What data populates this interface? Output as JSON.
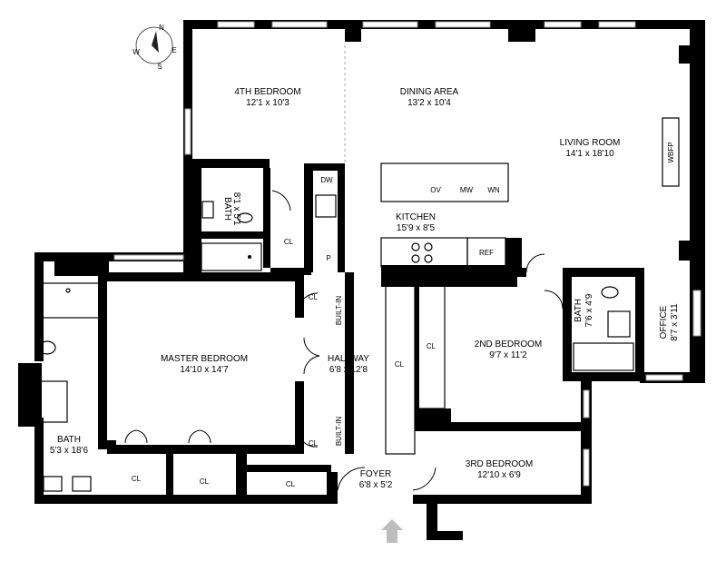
{
  "compass": {
    "n": "N",
    "e": "E",
    "s": "S",
    "w": "W"
  },
  "rooms": {
    "bedroom4": {
      "name": "4TH BEDROOM",
      "dims": "12'1 x 10'3"
    },
    "dining": {
      "name": "DINING AREA",
      "dims": "13'2 x 10'4"
    },
    "living": {
      "name": "LIVING ROOM",
      "dims": "14'1 x 18'10"
    },
    "bath_top": {
      "name": "BATH",
      "dims": "8'1 x 5'1"
    },
    "kitchen": {
      "name": "KITCHEN",
      "dims": "15'9 x 8'5"
    },
    "master": {
      "name": "MASTER BEDROOM",
      "dims": "14'10 x 14'7"
    },
    "hallway": {
      "name": "HALLWAY",
      "dims": "6'8 x 12'8"
    },
    "bedroom2": {
      "name": "2ND BEDROOM",
      "dims": "9'7 x 11'2"
    },
    "bath_mid": {
      "name": "BATH",
      "dims": "7'6 x 4'9"
    },
    "office": {
      "name": "OFFICE",
      "dims": "8'7 x 3'11"
    },
    "bath_left": {
      "name": "BATH",
      "dims": "5'3 x 18'6"
    },
    "foyer": {
      "name": "FOYER",
      "dims": "6'8 x 5'2"
    },
    "bedroom3": {
      "name": "3RD BEDROOM",
      "dims": "12'10 x 6'9"
    }
  },
  "labels": {
    "cl": "CL",
    "wbfp": "WBFP",
    "ov": "OV",
    "mw": "MW",
    "wn": "WN",
    "dw": "DW",
    "ref": "REF",
    "p": "P",
    "built_in": "BUILT-IN"
  }
}
